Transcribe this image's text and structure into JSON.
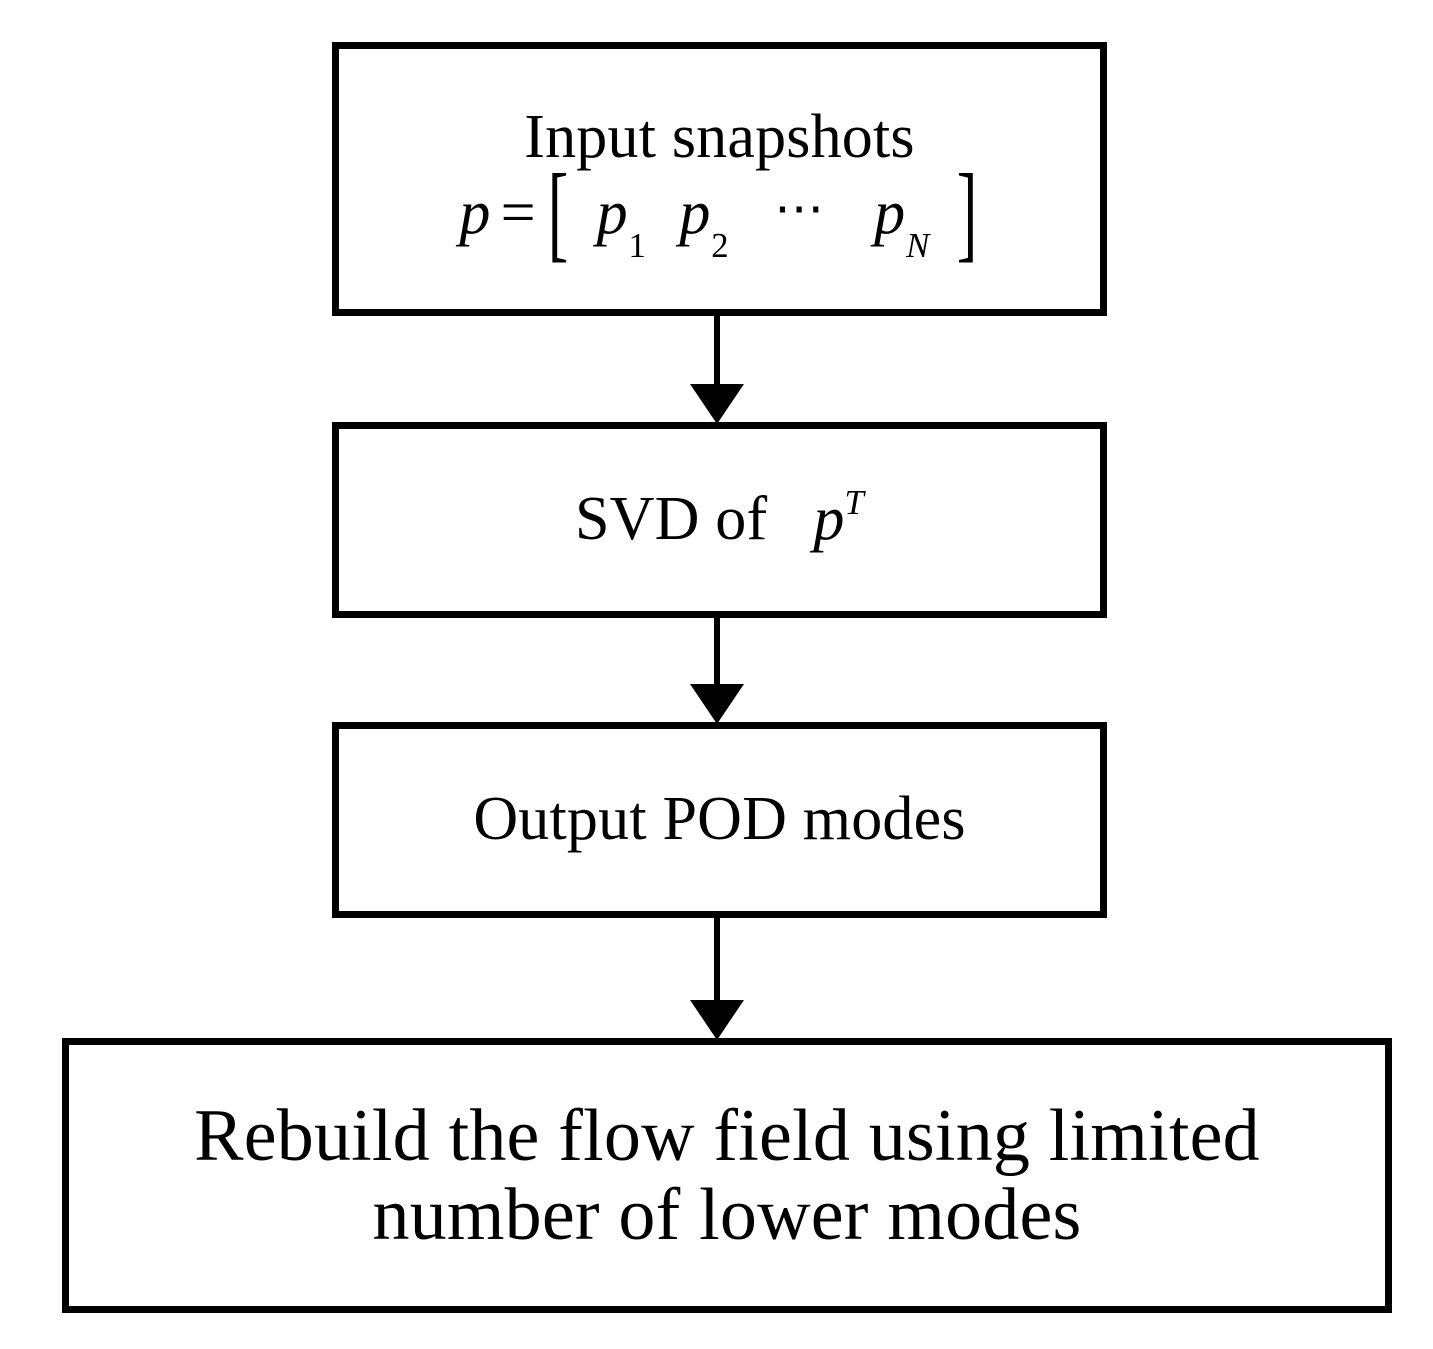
{
  "diagram": {
    "type": "flowchart",
    "orientation": "top-to-bottom",
    "background_color": "#ffffff",
    "stroke_color": "#000000",
    "text_color": "#000000",
    "nodes": [
      {
        "id": "input",
        "shape": "rectangle",
        "title": "Input snapshots",
        "formula": {
          "variable": "p",
          "operator": "=",
          "open_bracket": "[",
          "close_bracket": "]",
          "elements": [
            "p",
            "p",
            "p"
          ],
          "subscripts": [
            "1",
            "2",
            "N"
          ],
          "ellipsis": "⋯",
          "plain_text": "p = [ p1  p2  ⋯  pN ]"
        }
      },
      {
        "id": "svd",
        "shape": "rectangle",
        "label_prefix": "SVD of",
        "formula": {
          "variable": "p",
          "superscript": "T",
          "plain_text": "p^T"
        }
      },
      {
        "id": "output",
        "shape": "rectangle",
        "label": "Output POD modes"
      },
      {
        "id": "rebuild",
        "shape": "rectangle",
        "line1": "Rebuild the flow field using limited",
        "line2": "number of lower modes"
      }
    ],
    "edges": [
      {
        "id": "edge-1",
        "from": "input",
        "to": "svd",
        "style": "solid-arrow-down"
      },
      {
        "id": "edge-2",
        "from": "svd",
        "to": "output",
        "style": "solid-arrow-down"
      },
      {
        "id": "edge-3",
        "from": "output",
        "to": "rebuild",
        "style": "solid-arrow-down"
      }
    ]
  }
}
